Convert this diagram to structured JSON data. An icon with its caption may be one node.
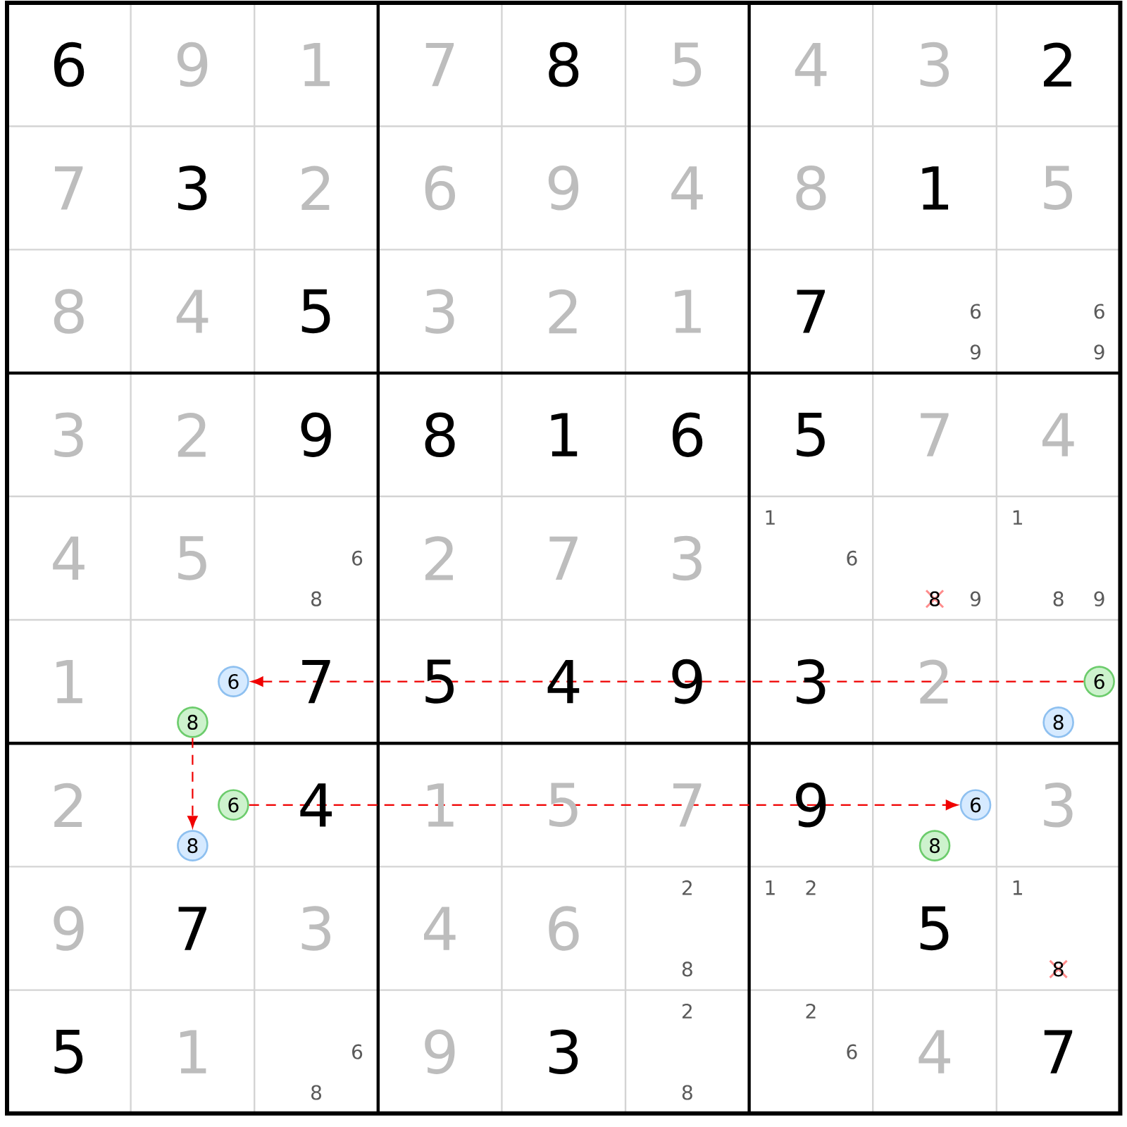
{
  "diagram": {
    "nodes": [
      {
        "text": [
          "6"
        ]
      },
      {
        "text": [
          "8"
        ]
      },
      {
        "text": [
          "6"
        ]
      },
      {
        "text": [
          "8"
        ]
      },
      {
        "text": [
          "6"
        ]
      },
      {
        "text": [
          "8"
        ]
      },
      {
        "text": [
          "6"
        ]
      },
      {
        "text": [
          "8"
        ]
      }
    ],
    "edges": [
      {
        "from": 2,
        "to": 0,
        "arrow": "to",
        "style": "dashed"
      },
      {
        "from": 1,
        "to": 5,
        "arrow": "to",
        "style": "dashed"
      },
      {
        "from": 4,
        "to": 6,
        "arrow": "to",
        "style": "dashed"
      }
    ],
    "labels": [
      "6",
      "9",
      "1",
      "7",
      "8",
      "5",
      "4",
      "3",
      "2",
      "7",
      "3",
      "2",
      "6",
      "9",
      "4",
      "8",
      "1",
      "5",
      "8",
      "4",
      "5",
      "3",
      "2",
      "1",
      "7",
      "6",
      "9",
      "6",
      "9",
      "3",
      "2",
      "9",
      "8",
      "1",
      "6",
      "5",
      "7",
      "4",
      "4",
      "5",
      "6",
      "8",
      "2",
      "7",
      "3",
      "1",
      "6",
      "8",
      "9",
      "1",
      "8",
      "9",
      "1",
      "7",
      "5",
      "4",
      "9",
      "3",
      "2",
      "2",
      "4",
      "1",
      "5",
      "7",
      "9",
      "3",
      "9",
      "7",
      "3",
      "4",
      "6",
      "2",
      "8",
      "1",
      "2",
      "5",
      "1",
      "8",
      "5",
      "1",
      "6",
      "8",
      "9",
      "3",
      "2",
      "8",
      "2",
      "6",
      "4",
      "7"
    ]
  }
}
